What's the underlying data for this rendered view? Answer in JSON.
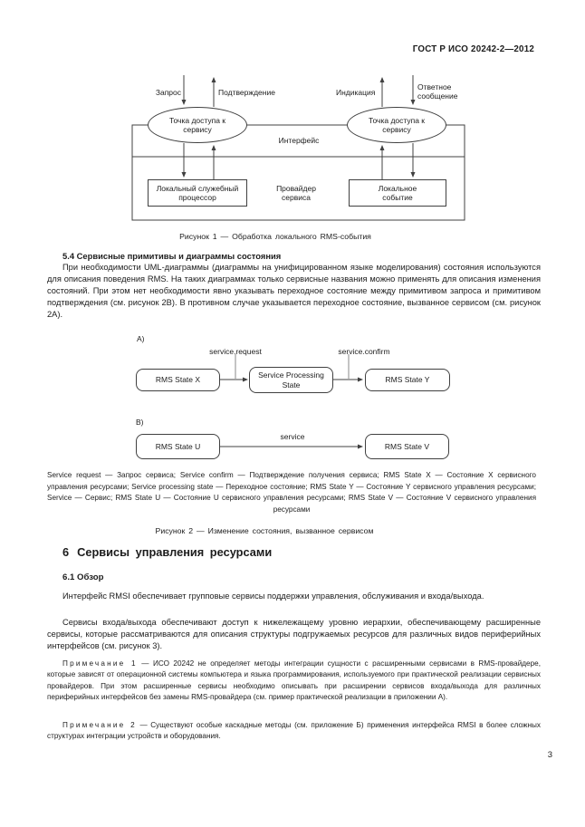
{
  "header": {
    "doc_code": "ГОСТ Р ИСО 20242-2—2012"
  },
  "page": {
    "number": "3"
  },
  "figure1": {
    "label_request": "Запрос",
    "label_confirm": "Подтверждение",
    "label_indication": "Индикация",
    "label_response": "Ответное сообщение",
    "sap": "Точка доступа к сервису",
    "interface": "Интерфейс",
    "local_service_processor": "Локальный служебный процессор",
    "service_provider": "Провайдер сервиса",
    "local_event": "Локальное событие",
    "caption": "Рисунок 1 — Обработка локального RMS-события"
  },
  "section_5_4": {
    "heading": "5.4 Сервисные примитивы и диаграммы состояния",
    "paragraph": "При необходимости UML-диаграммы (диаграммы на унифицированном языке моделирования) состояния используются для описания поведения RMS. На таких диаграммах только сервисные названия можно применять для описания изменения состояний. При этом нет необходимости явно указывать переходное состояние между примитивом запроса и примитивом подтверждения (см. рисунок 2В). В противном случае указывается переходное состояние, вызванное сервисом (см. рисунок 2А)."
  },
  "figure2": {
    "a_label": "A)",
    "b_label": "B)",
    "service_request": "service.request",
    "service_confirm": "service.confirm",
    "service": "service",
    "state_x": "RMS State X",
    "processing_state": "Service Processing State",
    "state_y": "RMS State Y",
    "state_u": "RMS State U",
    "state_v": "RMS State V",
    "legend": "Service request — Запрос сервиса; Service confirm — Подтверждение получения сервиса; RMS State X — Состояние X сервисного управления ресурсами; Service processing state — Переходное состояние; RMS State Y — Состояние Y сервисного управления ресурсами; Service — Сервис; RMS State U — Состояние U сервисного управления ресурсами; RMS State V — Состояние V сервисного управления ресурсами",
    "caption": "Рисунок 2 — Изменение состояния, вызванное сервисом"
  },
  "section_6": {
    "heading_number": "6",
    "heading_text": "Сервисы управления ресурсами",
    "subheading": "6.1 Обзор",
    "paragraph1": "Интерфейс RMSI обеспечивает групповые сервисы поддержки управления, обслуживания и входа/выхода.",
    "paragraph2": "Сервисы входа/выхода обеспечивают доступ к нижележащему уровню иерархии, обеспечивающему расширенные сервисы, которые рассматриваются для описания структуры подгружаемых ресурсов для различных видов периферийных интерфейсов (см. рисунок 3).",
    "notes": [
      {
        "label": "Примечание 1",
        "text": " — ИСО 20242 не определяет методы интеграции сущности с расширенными сервисами в RMS-провайдере, которые зависят от операционной системы компьютера и языка программирования, используемого при практической реализации сервисных провайдеров. При этом расширенные сервисы необходимо описывать при расширении сервисов входа/выхода для различных периферийных интерфейсов без замены RMS-провайдера (см. пример практической реализации в приложении А)."
      },
      {
        "label": "Примечание 2",
        "text": " — Существуют особые каскадные методы (см. приложение Б) применения интерфейса RMSI в более сложных структурах интеграции устройств и оборудования."
      }
    ]
  }
}
